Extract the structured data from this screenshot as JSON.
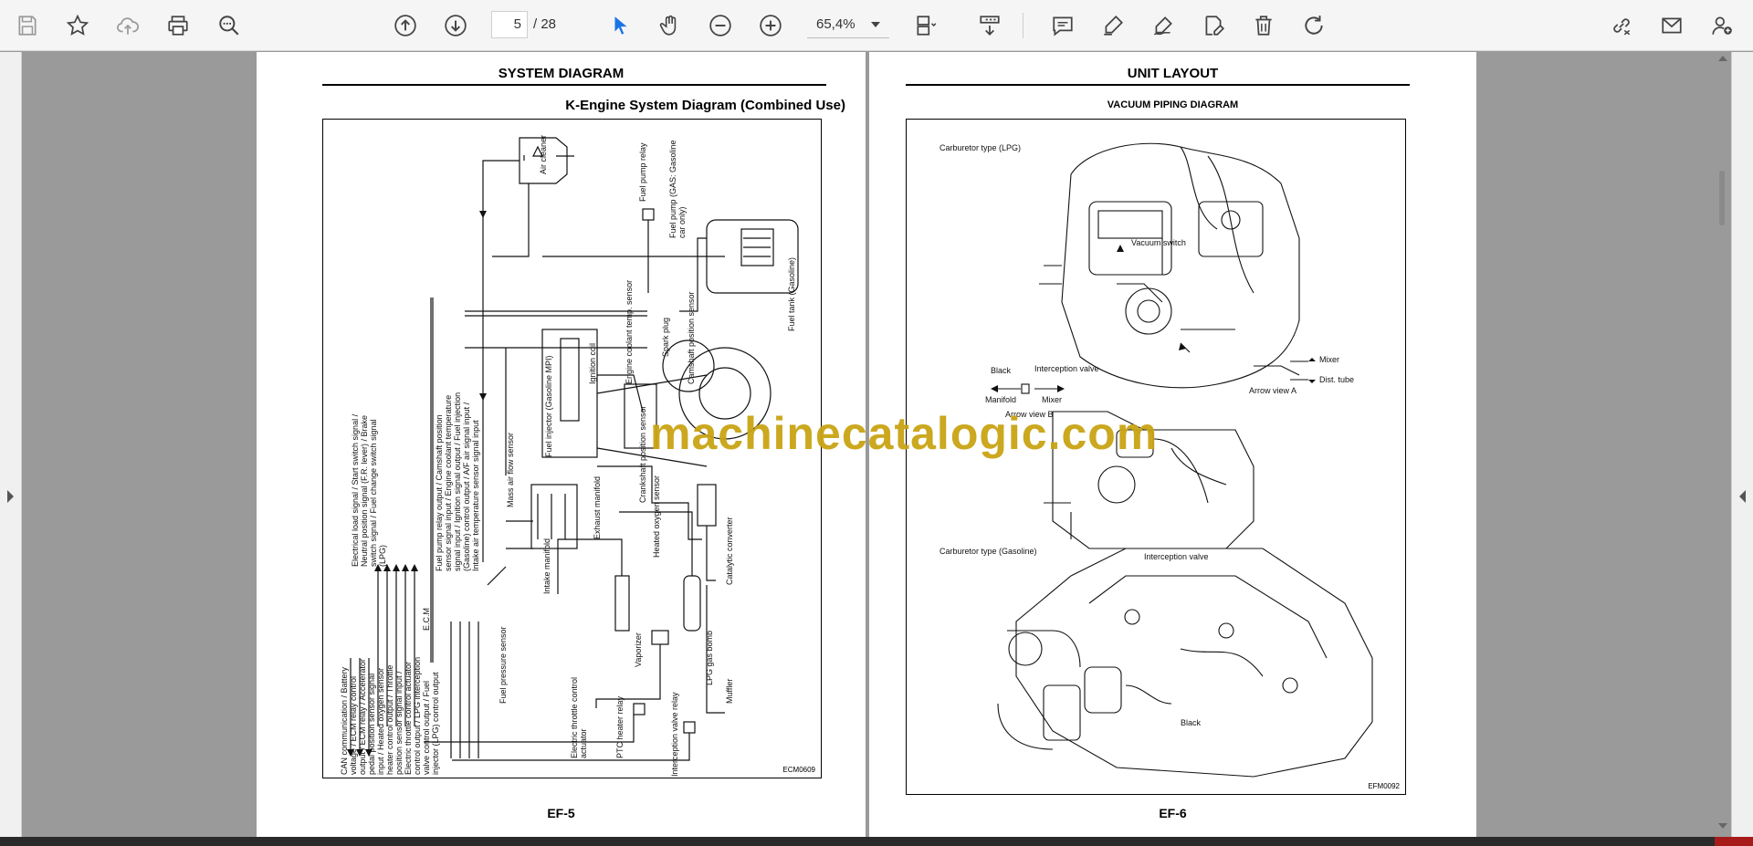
{
  "toolbar": {
    "current_page": "5",
    "total_pages": "/  28",
    "zoom": "65,4%",
    "icons": [
      "save-icon",
      "bookmark-star-icon",
      "cloud-upload-icon",
      "print-icon",
      "find-icon",
      "prev-page-icon",
      "next-page-icon",
      "select-arrow-icon",
      "hand-icon",
      "zoom-out-icon",
      "zoom-in-icon",
      "page-fit-icon",
      "scroll-mode-icon",
      "comment-icon",
      "highlight-icon",
      "draw-icon",
      "edit-pdf-icon",
      "delete-icon",
      "rotate-icon",
      "share-link-icon",
      "email-icon",
      "add-user-icon"
    ]
  },
  "left_page": {
    "header": "SYSTEM DIAGRAM",
    "title": "K-Engine System Diagram (Combined Use)",
    "figure_code": "ECM0609",
    "page_number": "EF-5",
    "labels": {
      "air_cleaner": "Air cleaner",
      "fuel_pump_relay": "Fuel pump relay",
      "fuel_pump": "Fuel pump (GAS: Gasoline car only)",
      "fuel_tank": "Fuel tank (Gasoline)",
      "ignition_coil": "Ignition coil",
      "engine_coolant": "Engine coolant temp. sensor",
      "spark_plug": "Spark plug",
      "camshaft_sensor": "Camshaft position sensor",
      "crankshaft_sensor": "Crankshaft position sensor",
      "fuel_injector": "Fuel injector (Gasoline MPI)",
      "mass_air_flow": "Mass air flow sensor",
      "exhaust_manifold": "Exhaust manifold",
      "heated_oxygen": "Heated oxygen sensor",
      "catalytic_converter": "Catalytic converter",
      "muffler": "Muffler",
      "intake_manifold": "Intake manifold",
      "fuel_pressure": "Fuel pressure sensor",
      "electric_throttle": "Electric throttle control actuator",
      "vaporizer": "Vaporizer",
      "lpg_gas_bomb": "LPG gas bomb",
      "ecm": "E.C.M",
      "ptc_heater": "PTC heater relay",
      "interception_valve": "Interception valve relay",
      "signal_list": "Electrical load signal / Start switch signal / Neutral position signal (F.R. lever) / Brake switch signal / Fuel change switch signal (LPG)",
      "output_list": "Fuel pump relay output / Camshaft position sensor signal input / Engine coolant temperature signal input / Ignition signal output / Fuel injection (Gasoline) control output / A/F air signal input / Intake air temperature sensor signal input",
      "can_list": "CAN communication / Battery voltage / ECM relay control output / ECM relay / Accelerator pedal position sensor signal input / Heated oxygen sensor heater control output / Throttle position sensor signal input / Electric throttle control actuator control output / LPG interception valve control output / Fuel injector (LPG) control output"
    }
  },
  "right_page": {
    "header": "UNIT LAYOUT",
    "subtitle": "VACUUM PIPING DIAGRAM",
    "figure_code": "EFM0092",
    "page_number": "EF-6",
    "labels": {
      "lpg_type": "Carburetor type (LPG)",
      "vacuum_switch": "Vacuum switch",
      "black": "Black",
      "interception_valve": "Interception valve",
      "manifold": "Manifold",
      "mixer": "Mixer",
      "arrow_b": "Arrow view B",
      "arrow_a": "Arrow view A",
      "mixer_right": "Mixer",
      "dist_tube": "Dist. tube",
      "gasoline_type": "Carburetor type (Gasoline)",
      "interception_valve_2": "Interception valve",
      "black_2": "Black"
    }
  },
  "watermark": "machinecatalogic.com",
  "colors": {
    "toolbar_bg": "#f5f5f5",
    "canvas_bg": "#9a9a9a",
    "watermark": "#c9a414",
    "icon": "#444444"
  }
}
